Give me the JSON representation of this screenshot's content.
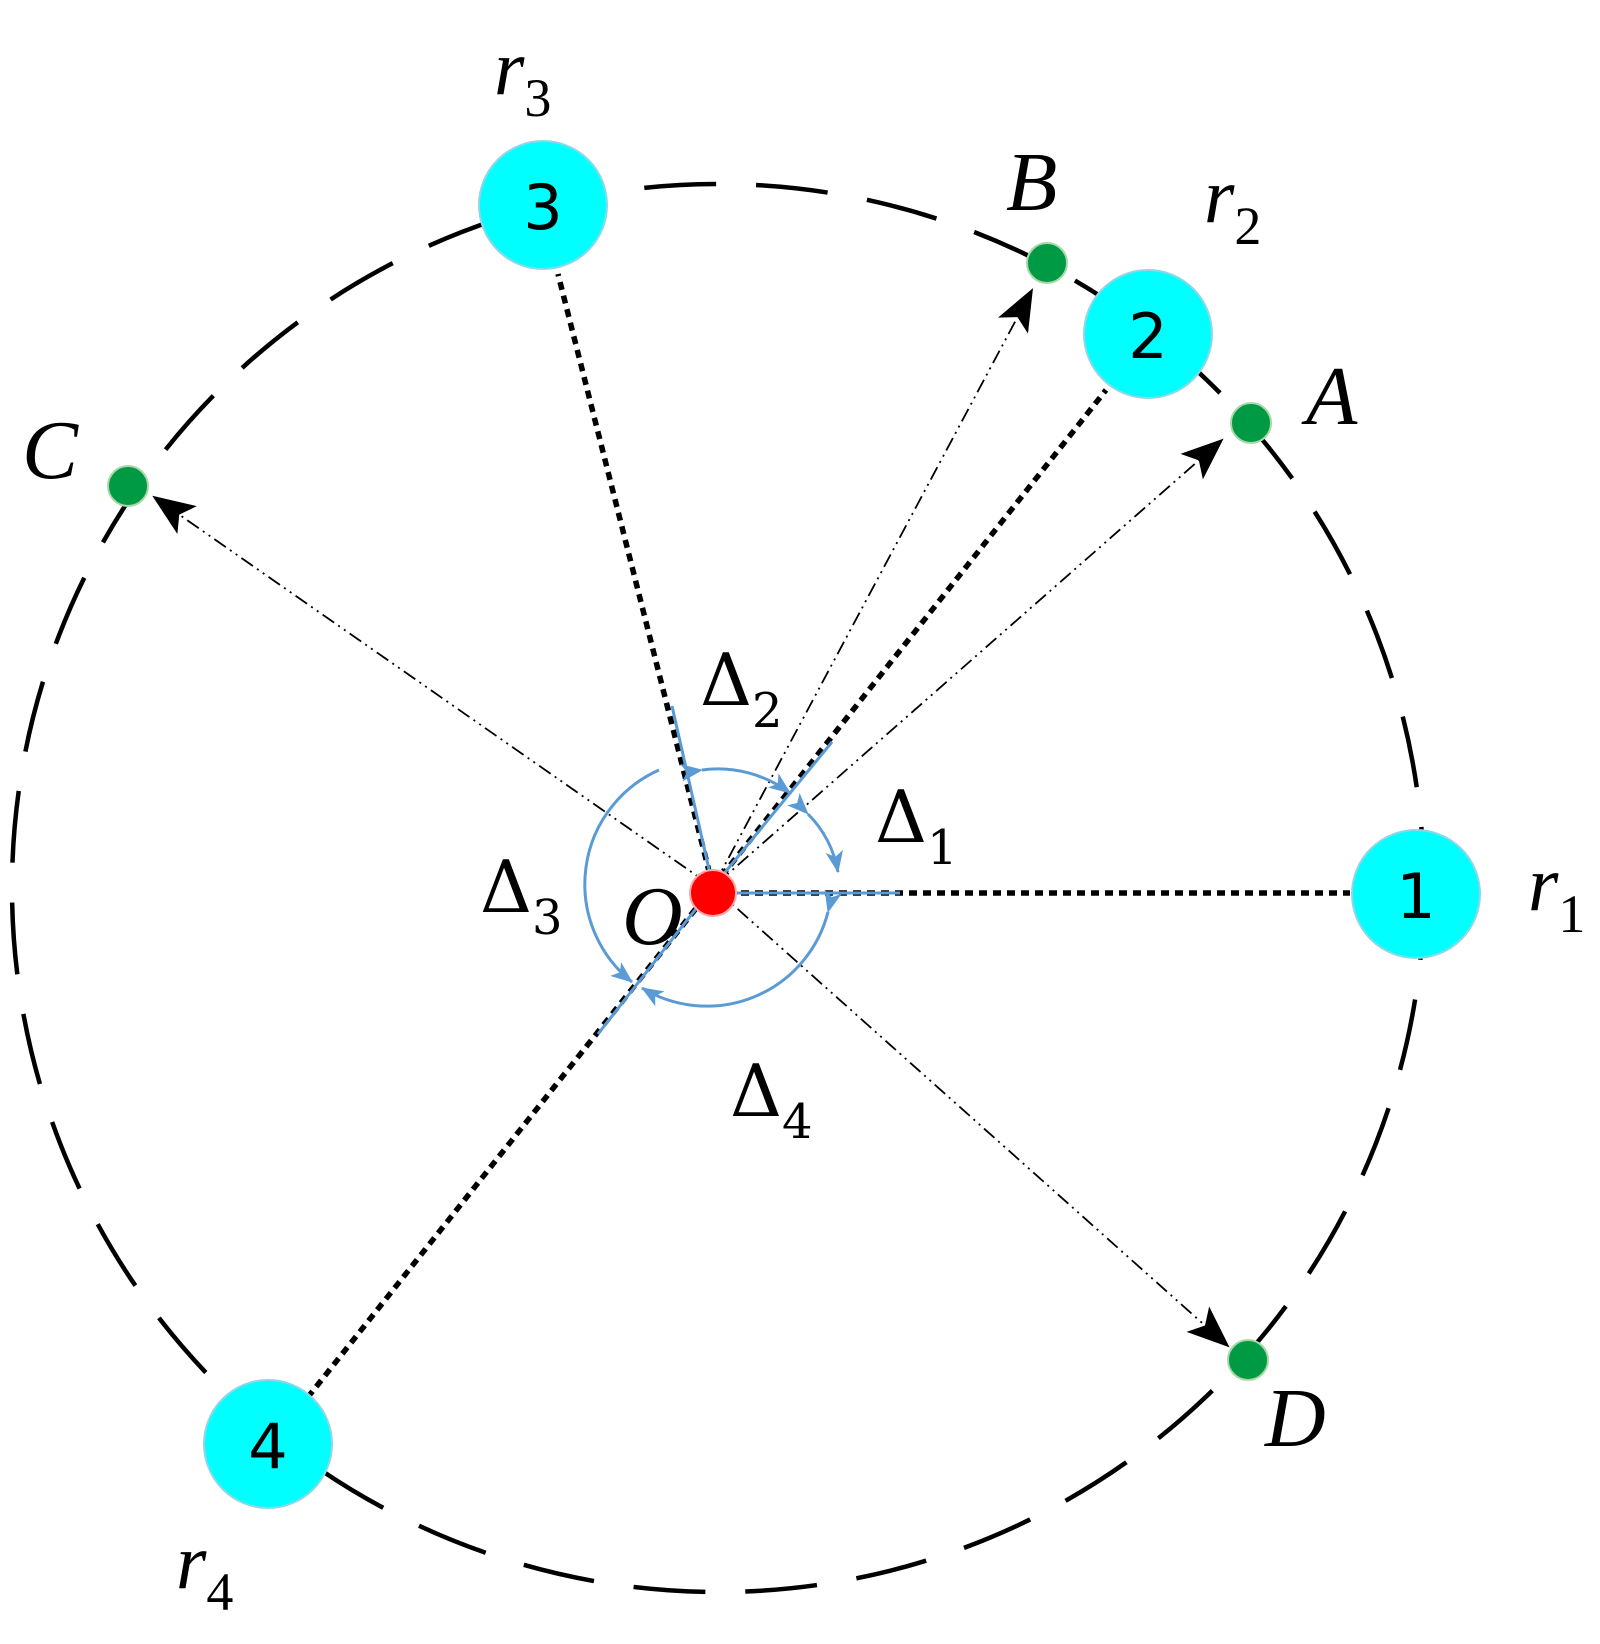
{
  "diagram": {
    "colors": {
      "background": "#ffffff",
      "stroke": "#000000",
      "node_fill": "#00ffff",
      "target_point": "#009944",
      "center_point": "#ff0000",
      "angle_marks": "#5b9bd5"
    },
    "center_label": "O",
    "robots": [
      {
        "id": "1",
        "radius_label": "r",
        "radius_sub": "1"
      },
      {
        "id": "2",
        "radius_label": "r",
        "radius_sub": "2"
      },
      {
        "id": "3",
        "radius_label": "r",
        "radius_sub": "3"
      },
      {
        "id": "4",
        "radius_label": "r",
        "radius_sub": "4"
      }
    ],
    "targets": [
      {
        "label": "A"
      },
      {
        "label": "B"
      },
      {
        "label": "C"
      },
      {
        "label": "D"
      }
    ],
    "angles": [
      {
        "symbol": "Δ",
        "sub": "1"
      },
      {
        "symbol": "Δ",
        "sub": "2"
      },
      {
        "symbol": "Δ",
        "sub": "3"
      },
      {
        "symbol": "Δ",
        "sub": "4"
      }
    ]
  }
}
